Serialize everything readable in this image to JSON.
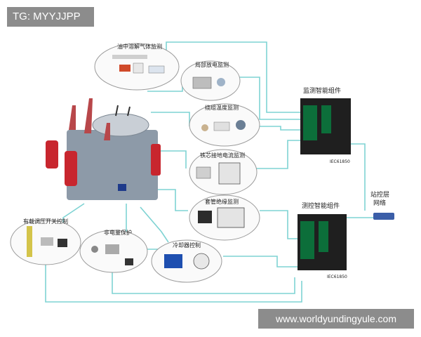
{
  "tag": "TG: MYYJJPP",
  "watermark": "www.worldyundingyule.com",
  "modules": {
    "dga": "油中溶解气体监测",
    "partial_discharge": "局部放电监测",
    "winding_temp": "绕组温度监测",
    "core_current": "铁芯接地电流监测",
    "bushing": "套管绝缘监测",
    "oltc": "有载调压开关控制",
    "non_electrical": "非电量保护",
    "cooler": "冷却器控制"
  },
  "devices": {
    "monitor_unit": "监测智能组件",
    "control_unit": "测控智能组件",
    "monitor_protocol": "IEC61850",
    "control_protocol": "IEC61850"
  },
  "network": {
    "label_line1": "站控层",
    "label_line2": "网络"
  },
  "colors": {
    "line": "#7ed3d3",
    "bubble_border": "#9a9a9a",
    "transformer_red": "#c8262e"
  }
}
